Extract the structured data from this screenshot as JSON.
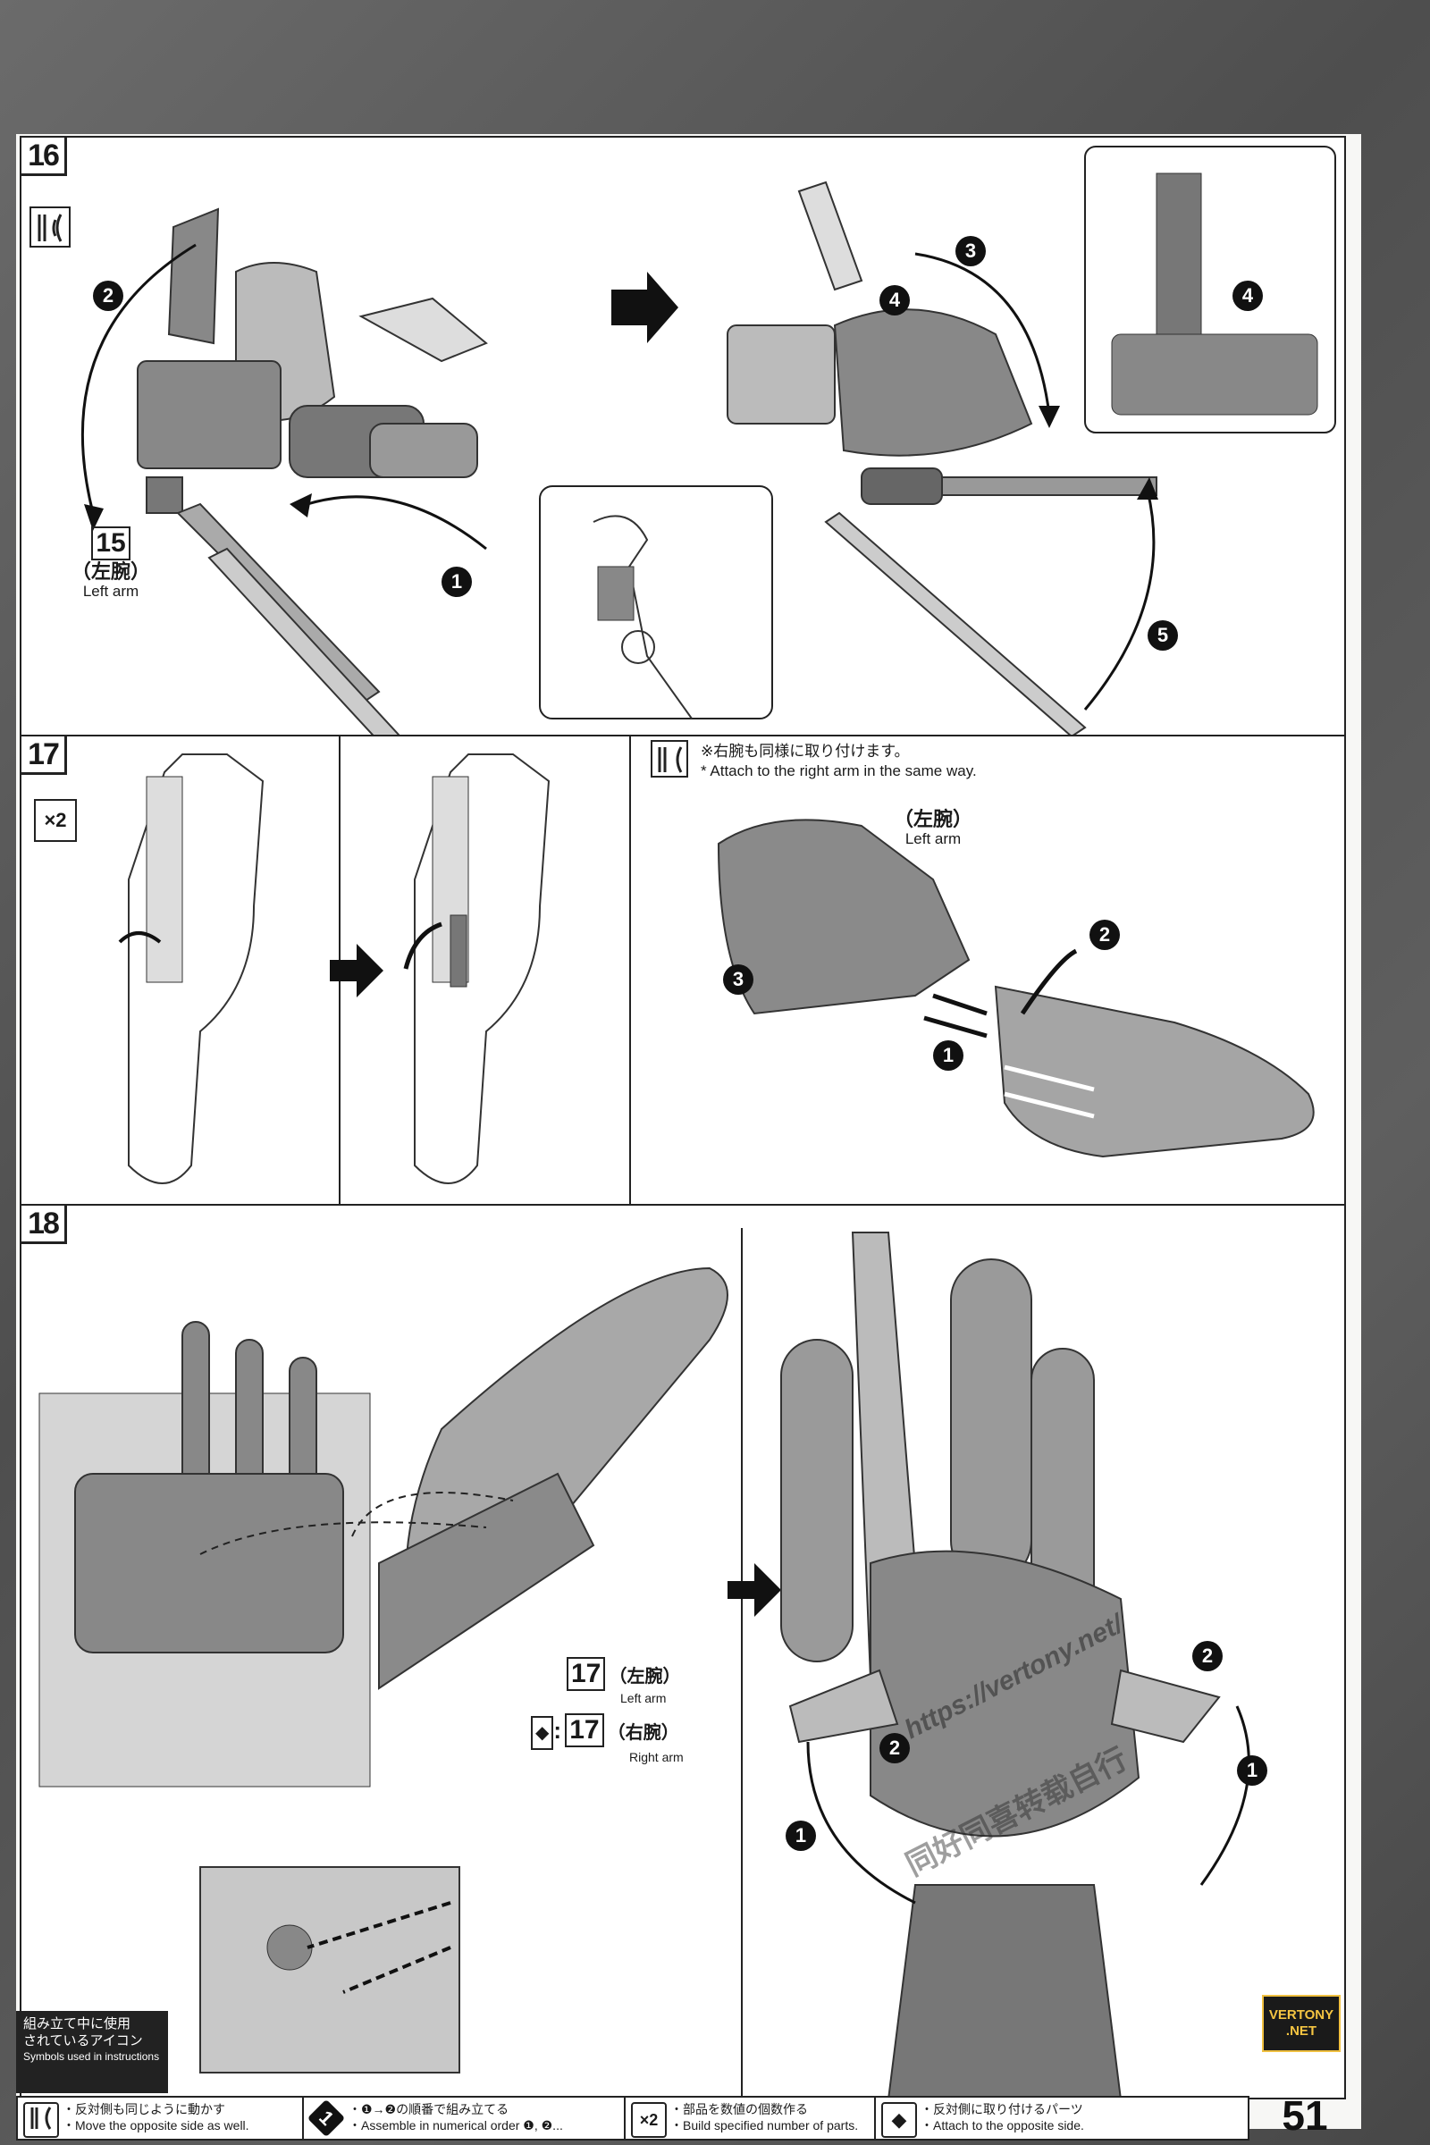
{
  "steps": {
    "s16": {
      "number": "16",
      "ref_part": "15",
      "label_jp": "（左腕）",
      "label_en": "Left arm",
      "callouts": [
        "1",
        "2",
        "3",
        "4",
        "4",
        "5"
      ]
    },
    "s17": {
      "number": "17",
      "multiplier": "×2",
      "note_jp": "※右腕も同様に取り付けます。",
      "note_en": "* Attach to the right arm in the same way.",
      "label_jp": "（左腕）",
      "label_en": "Left arm",
      "callouts": [
        "1",
        "2",
        "3"
      ]
    },
    "s18": {
      "number": "18",
      "ref_left_part": "17",
      "ref_left_jp": "（左腕）",
      "ref_left_en": "Left arm",
      "ref_right_part": "17",
      "ref_right_jp": "（右腕）",
      "ref_right_en": "Right arm",
      "callouts": [
        "1",
        "1",
        "2",
        "2"
      ]
    }
  },
  "legend": {
    "title_jp_1": "組み立て中に使用",
    "title_jp_2": "されているアイコン",
    "title_en": "Symbols used in instructions",
    "items": [
      {
        "jp": "・反対側も同じように動かす",
        "en": "・Move the opposite side as well."
      },
      {
        "jp": "・❶→❷の順番で組み立てる",
        "en": "・Assemble in numerical order ❶, ❷..."
      },
      {
        "jp": "・部品を数値の個数作る",
        "en": "・Build specified number of parts."
      },
      {
        "jp": "・反対側に取り付けるパーツ",
        "en": "・Attach to the opposite side."
      }
    ],
    "icon_assemble": "1",
    "icon_multiply": "×2"
  },
  "page_number": "51",
  "badge": {
    "line1": "VERTONY",
    "line2": ".NET"
  },
  "watermark": {
    "url": "https://vertony.net/",
    "cn": "同好同喜转载自行"
  }
}
